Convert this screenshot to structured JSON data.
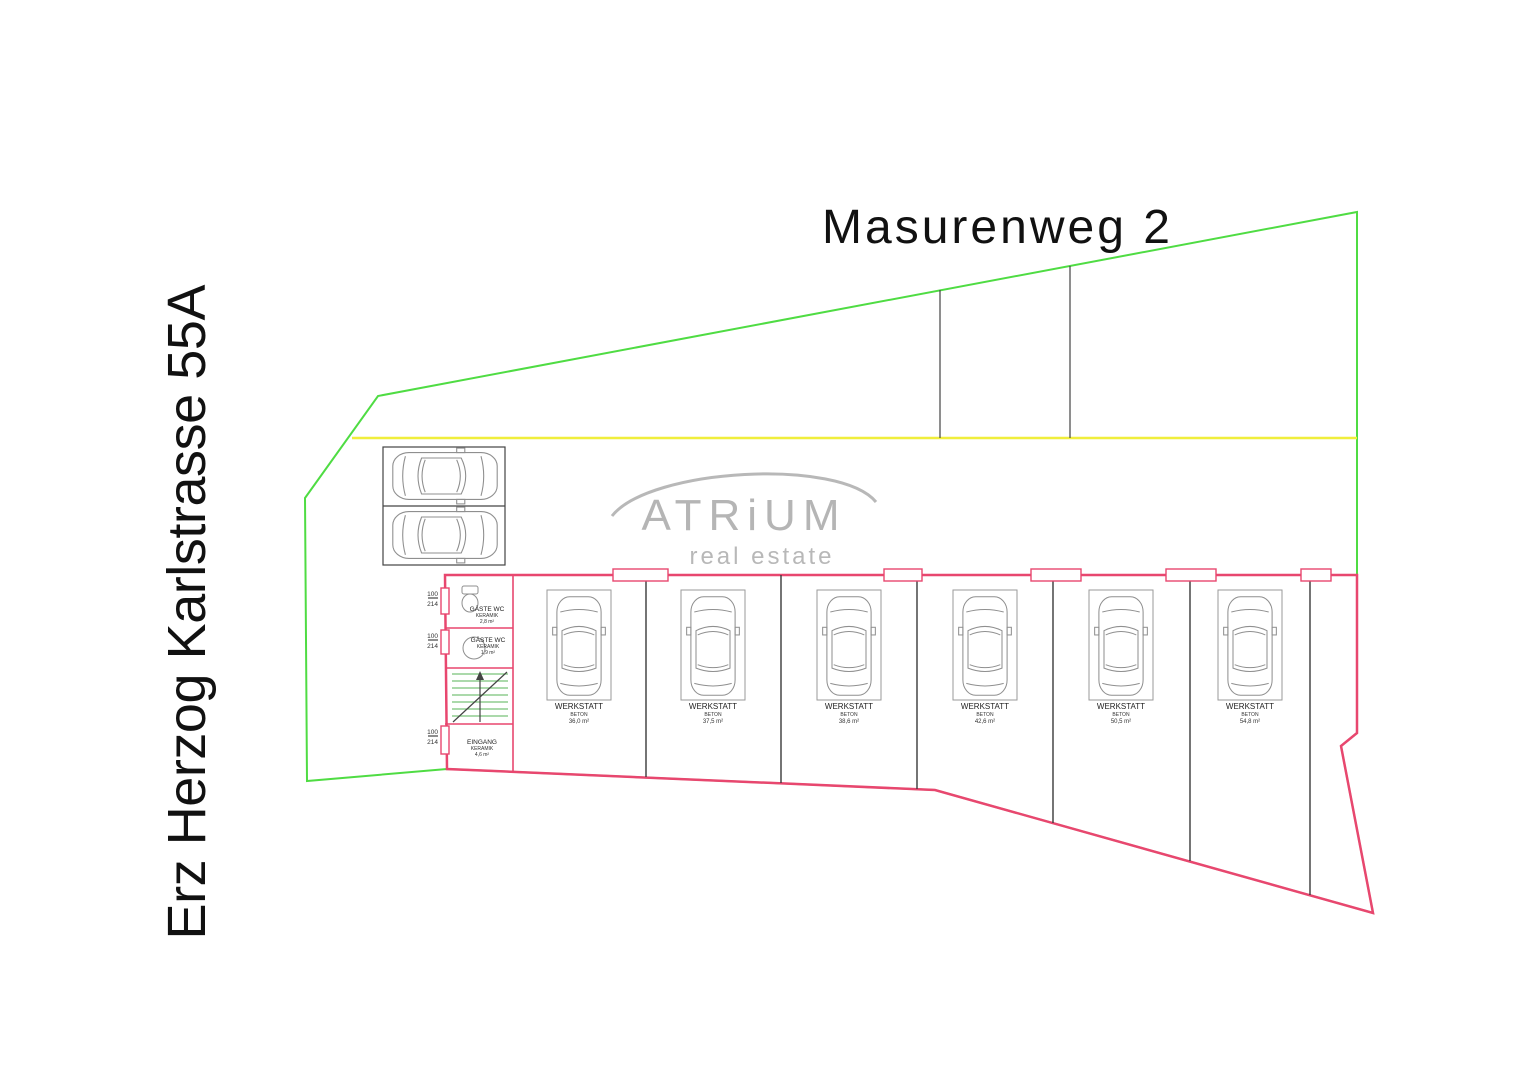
{
  "plan": {
    "title_top": "Masurenweg 2",
    "title_left": "Erz Herzog Karlstrasse 55A"
  },
  "watermark": {
    "brand": "ATRiUM",
    "tagline": "real estate"
  },
  "rooms": {
    "wc1": {
      "name": "GÄSTE WC",
      "material": "KERAMIK",
      "area": "2,8 m²"
    },
    "wc2": {
      "name": "GÄSTE WC",
      "material": "KERAMIK",
      "area": "1,9 m²"
    },
    "entrance": {
      "name": "EINGANG",
      "material": "KERAMIK",
      "area": "4,6 m²"
    }
  },
  "door_dim": {
    "width": "100",
    "height": "214"
  },
  "units": [
    {
      "name": "WERKSTATT",
      "material": "BETON",
      "area": "36,0 m²"
    },
    {
      "name": "WERKSTATT",
      "material": "BETON",
      "area": "37,5 m²"
    },
    {
      "name": "WERKSTATT",
      "material": "BETON",
      "area": "38,6 m²"
    },
    {
      "name": "WERKSTATT",
      "material": "BETON",
      "area": "42,6 m²"
    },
    {
      "name": "WERKSTATT",
      "material": "BETON",
      "area": "50,5 m²"
    },
    {
      "name": "WERKSTATT",
      "material": "BETON",
      "area": "54,8 m²"
    }
  ],
  "colors": {
    "site_boundary": "#4fdc43",
    "road_edge": "#f0ee3c",
    "building_outline": "#e8476f",
    "walls": "#3a3a3a",
    "car_stroke": "#8f8f8f",
    "watermark": "#b5b5b5",
    "stairs": "#79c279",
    "text": "#111111",
    "background": "#ffffff"
  }
}
